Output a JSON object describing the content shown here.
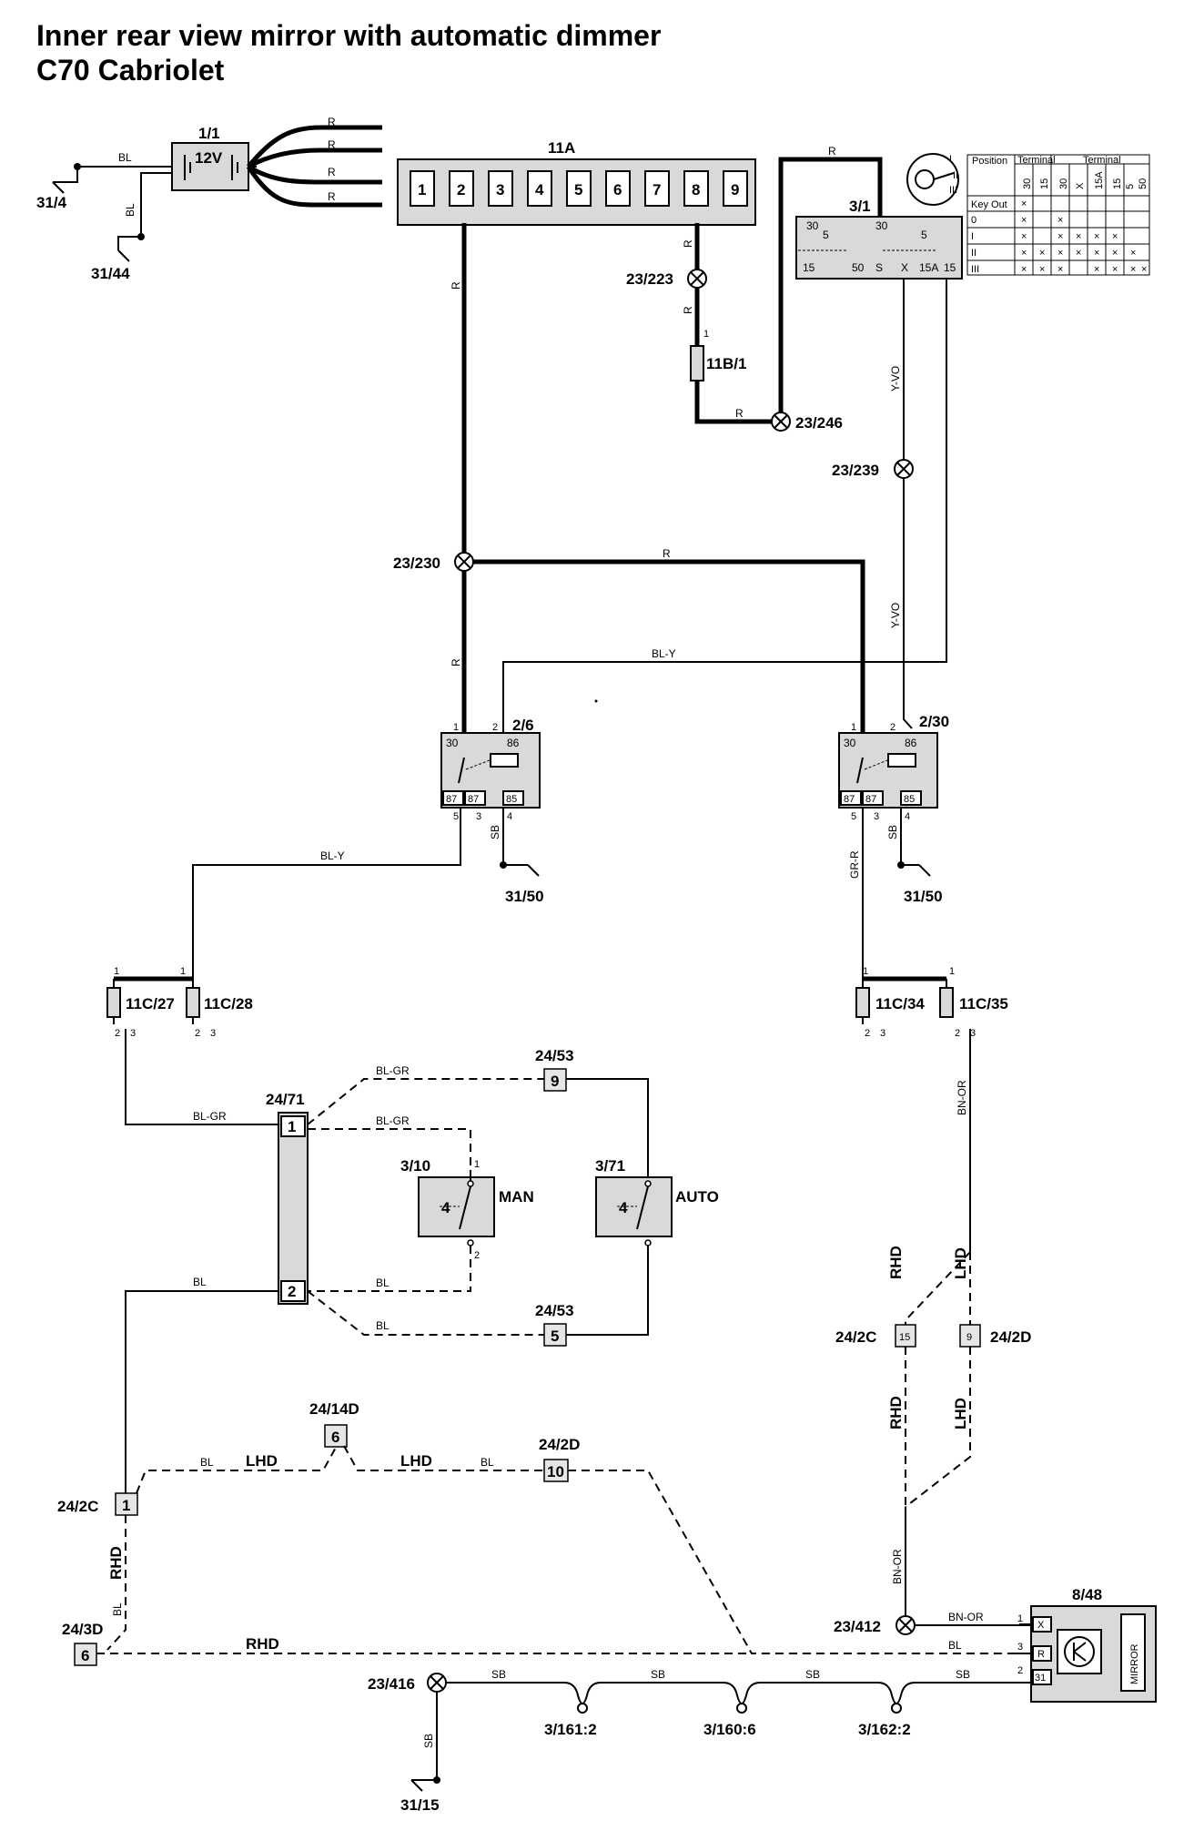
{
  "title": {
    "line1": "Inner rear view mirror with automatic dimmer",
    "line2": "C70 Cabriolet"
  },
  "components": {
    "battery": {
      "id": "1/1",
      "voltage": "12V"
    },
    "fusebox": {
      "id": "11A",
      "pins": [
        "1",
        "2",
        "3",
        "4",
        "5",
        "6",
        "7",
        "8",
        "9"
      ]
    },
    "ignition": {
      "id": "3/1",
      "terminals": [
        "30",
        "5",
        "15",
        "50",
        "S",
        "X",
        "15A",
        "15"
      ]
    },
    "relay_left": {
      "id": "2/6",
      "pins": {
        "p30": "30",
        "p86": "86",
        "p87a": "87",
        "p87b": "87",
        "p85": "85",
        "n1": "1",
        "n2": "2",
        "n5": "5",
        "n3": "3",
        "n4": "4"
      }
    },
    "relay_right": {
      "id": "2/30",
      "pins": {
        "p30": "30",
        "p86": "86",
        "p87a": "87",
        "p87b": "87",
        "p85": "85",
        "n1": "1",
        "n2": "2",
        "n5": "5",
        "n3": "3",
        "n4": "4"
      }
    },
    "switch_man": {
      "id": "3/10",
      "label": "MAN",
      "pin1": "1",
      "pin2": "2"
    },
    "switch_auto": {
      "id": "3/71",
      "label": "AUTO"
    },
    "connector_2471": {
      "id": "24/71",
      "pin1": "1",
      "pin2": "2"
    },
    "mirror": {
      "id": "8/48",
      "label": "MIRROR",
      "pins": {
        "x": "X",
        "r": "R",
        "t31": "31",
        "n1": "1",
        "n3": "3",
        "n2": "2"
      }
    },
    "fuse_11b1": {
      "id": "11B/1"
    }
  },
  "fuses": {
    "f1": {
      "id": "11C/27",
      "top": "1",
      "b1": "2",
      "b2": "3"
    },
    "f2": {
      "id": "11C/28",
      "top": "1",
      "b1": "2",
      "b2": "3"
    },
    "f3": {
      "id": "11C/34",
      "top": "1",
      "b1": "2",
      "b2": "3"
    },
    "f4": {
      "id": "11C/35",
      "top": "1",
      "b1": "2",
      "b2": "3"
    }
  },
  "grounds": {
    "g1": "31/4",
    "g2": "31/44",
    "g3": "31/50",
    "g4": "31/50",
    "g5": "31/15"
  },
  "splices": {
    "s1": "23/223",
    "s2": "23/246",
    "s3": "23/239",
    "s4": "23/230",
    "s5": "23/412",
    "s6": "23/416"
  },
  "connectors": {
    "c2453a": {
      "id": "24/53",
      "pin": "9"
    },
    "c2453b": {
      "id": "24/53",
      "pin": "5"
    },
    "c242c_a": {
      "id": "24/2C",
      "pin": "15"
    },
    "c242d_a": {
      "id": "24/2D",
      "pin": "9"
    },
    "c2414d": {
      "id": "24/14D",
      "pin": "6"
    },
    "c242d_b": {
      "id": "24/2D",
      "pin": "10"
    },
    "c242c_b": {
      "id": "24/2C",
      "pin": "1"
    },
    "c243d": {
      "id": "24/3D",
      "pin": "6"
    }
  },
  "ground_points": {
    "gp1": "3/161:2",
    "gp2": "3/160:6",
    "gp3": "3/162:2"
  },
  "wire_colors": {
    "bl": "BL",
    "r": "R",
    "bly": "BL-Y",
    "blgr": "BL-GR",
    "yvo": "Y-VO",
    "sb": "SB",
    "grr": "GR-R",
    "bnor": "BN-OR",
    "rhd": "RHD",
    "lhd": "LHD"
  },
  "pin_labels": {
    "fb_1": "1",
    "fb_8": "8"
  },
  "key_table": {
    "col_position": "Position",
    "col_terminal": "Terminal",
    "col_terminal2": "Terminal",
    "sub_a": [
      "30",
      "15"
    ],
    "sub_b": [
      "30",
      "X",
      "15A",
      "15",
      "5",
      "50"
    ],
    "rows": [
      "Key Out",
      "0",
      "I",
      "II",
      "III"
    ]
  }
}
